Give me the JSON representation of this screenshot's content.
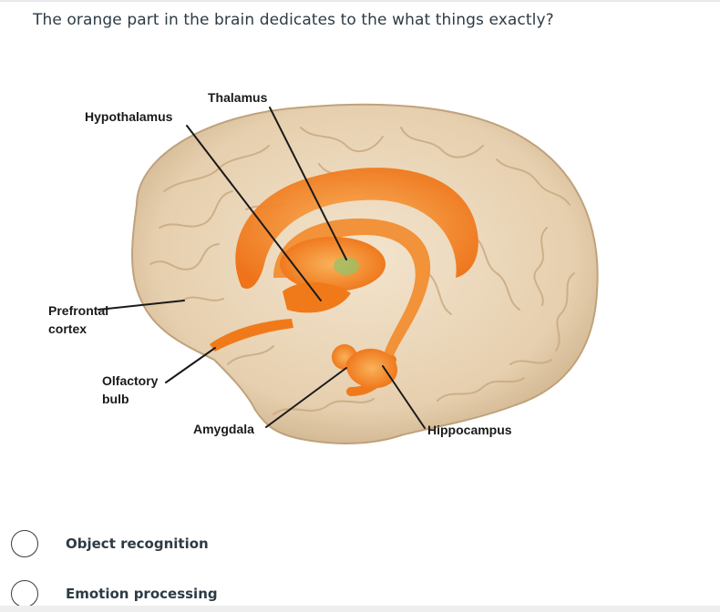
{
  "question": {
    "text": "The orange part in the brain dedicates to the what things exactly?"
  },
  "figure": {
    "labels": {
      "thalamus": "Thalamus",
      "hypothalamus": "Hypothalamus",
      "prefrontal_line1": "Prefrontal",
      "prefrontal_line2": "cortex",
      "olfactory_line1": "Olfactory",
      "olfactory_line2": "bulb",
      "amygdala": "Amygdala",
      "hippocampus": "Hippocampus"
    },
    "colors": {
      "brain": "#e8d3b6",
      "limbic": "#f07a1a",
      "limbic_light": "#f7a24a"
    }
  },
  "options": [
    {
      "label": "Object recognition",
      "selected": false
    },
    {
      "label": "Emotion processing",
      "selected": false
    }
  ]
}
